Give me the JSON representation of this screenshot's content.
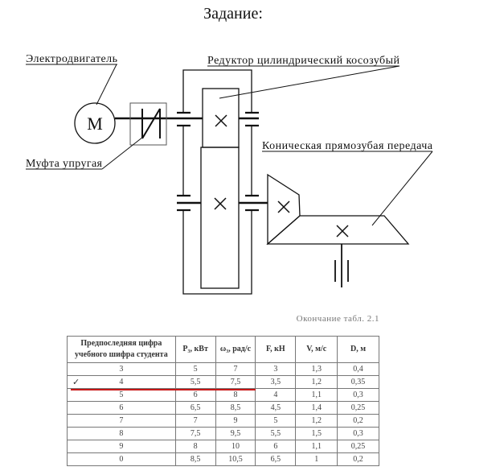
{
  "title": "Задание:",
  "diagram": {
    "labels": {
      "motor": "Электродвигатель",
      "coupling": "Муфта упругая",
      "reducer": "Редуктор цилиндрический косозубый",
      "bevel": "Коническая прямозубая передача",
      "motor_symbol": "M"
    }
  },
  "table": {
    "caption": "Окончание табл. 2.1",
    "headers": [
      "Предпоследняя цифра учебного шифра студента",
      "P₃, кВт",
      "ω₃, рад/с",
      "F, кН",
      "V, м/с",
      "D, м"
    ],
    "rows": [
      [
        "3",
        "5",
        "7",
        "3",
        "1,3",
        "0,4"
      ],
      [
        "4",
        "5,5",
        "7,5",
        "3,5",
        "1,2",
        "0,35"
      ],
      [
        "5",
        "6",
        "8",
        "4",
        "1,1",
        "0,3"
      ],
      [
        "6",
        "6,5",
        "8,5",
        "4,5",
        "1,4",
        "0,25"
      ],
      [
        "7",
        "7",
        "9",
        "5",
        "1,2",
        "0,2"
      ],
      [
        "8",
        "7,5",
        "9,5",
        "5,5",
        "1,5",
        "0,3"
      ],
      [
        "9",
        "8",
        "10",
        "6",
        "1,1",
        "0,25"
      ],
      [
        "0",
        "8,5",
        "10,5",
        "6,5",
        "1",
        "0,2"
      ]
    ],
    "selected_row_mark": "✓",
    "highlight_color": "#c81818"
  }
}
